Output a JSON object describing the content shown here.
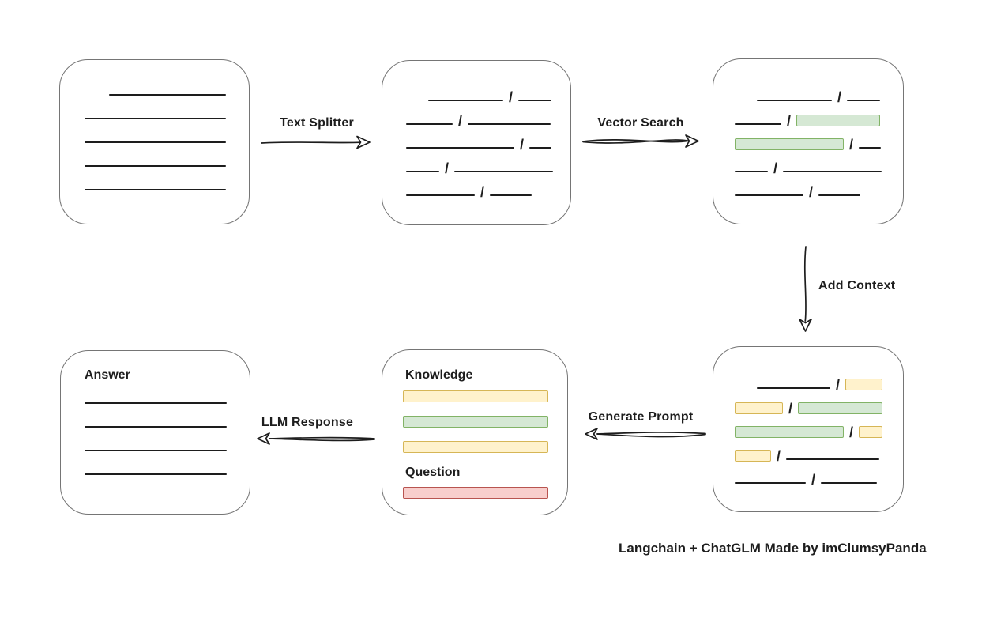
{
  "labels": {
    "text_splitter": "Text Splitter",
    "vector_search": "Vector Search",
    "add_context": "Add Context",
    "generate_prompt": "Generate Prompt",
    "llm_response": "LLM Response",
    "knowledge": "Knowledge",
    "question": "Question",
    "answer": "Answer"
  },
  "caption": "Langchain + ChatGLM Made by imClumsyPanda",
  "colors": {
    "ink": "#1d1d1d",
    "box_border": "#757575",
    "green_fill": "#d5e8d4",
    "green_border": "#82b366",
    "yellow_fill": "#fff2cc",
    "yellow_border": "#d6b656",
    "red_fill": "#f8cecc",
    "red_border": "#b85450"
  },
  "boxes": {
    "document": {
      "rows": [
        {
          "indent": 31,
          "segments": [
            {
              "k": "line",
              "w": 148
            }
          ]
        },
        {
          "segments": [
            {
              "k": "line",
              "w": 179
            }
          ]
        },
        {
          "segments": [
            {
              "k": "line",
              "w": 179
            }
          ]
        },
        {
          "segments": [
            {
              "k": "line",
              "w": 179
            }
          ]
        },
        {
          "segments": [
            {
              "k": "line",
              "w": 179
            }
          ]
        }
      ]
    },
    "chunks": {
      "rows": [
        {
          "indent": 28,
          "segments": [
            {
              "k": "line",
              "w": 95
            },
            {
              "k": "slash"
            },
            {
              "k": "line",
              "w": 42
            }
          ]
        },
        {
          "segments": [
            {
              "k": "line",
              "w": 59
            },
            {
              "k": "slash"
            },
            {
              "k": "line",
              "w": 105
            }
          ]
        },
        {
          "segments": [
            {
              "k": "line",
              "w": 137
            },
            {
              "k": "slash"
            },
            {
              "k": "line",
              "w": 28
            }
          ]
        },
        {
          "segments": [
            {
              "k": "line",
              "w": 42
            },
            {
              "k": "slash"
            },
            {
              "k": "line",
              "w": 125
            }
          ]
        },
        {
          "segments": [
            {
              "k": "line",
              "w": 87
            },
            {
              "k": "slash"
            },
            {
              "k": "line",
              "w": 53
            }
          ]
        }
      ]
    },
    "retrieved": {
      "rows": [
        {
          "indent": 28,
          "segments": [
            {
              "k": "line",
              "w": 95
            },
            {
              "k": "slash"
            },
            {
              "k": "line",
              "w": 42
            }
          ]
        },
        {
          "segments": [
            {
              "k": "line",
              "w": 59
            },
            {
              "k": "slash"
            },
            {
              "k": "green",
              "w": 106
            }
          ]
        },
        {
          "segments": [
            {
              "k": "green",
              "w": 138
            },
            {
              "k": "slash"
            },
            {
              "k": "line",
              "w": 28
            }
          ]
        },
        {
          "segments": [
            {
              "k": "line",
              "w": 42
            },
            {
              "k": "slash"
            },
            {
              "k": "line",
              "w": 125
            }
          ]
        },
        {
          "segments": [
            {
              "k": "line",
              "w": 87
            },
            {
              "k": "slash"
            },
            {
              "k": "line",
              "w": 53
            }
          ]
        }
      ]
    },
    "context": {
      "rows": [
        {
          "indent": 28,
          "segments": [
            {
              "k": "line",
              "w": 93
            },
            {
              "k": "slash"
            },
            {
              "k": "yellow",
              "w": 47
            }
          ]
        },
        {
          "segments": [
            {
              "k": "yellow",
              "w": 61
            },
            {
              "k": "slash"
            },
            {
              "k": "green",
              "w": 107
            }
          ]
        },
        {
          "segments": [
            {
              "k": "green",
              "w": 138
            },
            {
              "k": "slash"
            },
            {
              "k": "yellow",
              "w": 30
            }
          ]
        },
        {
          "segments": [
            {
              "k": "yellow",
              "w": 46
            },
            {
              "k": "slash"
            },
            {
              "k": "line",
              "w": 118
            }
          ]
        },
        {
          "segments": [
            {
              "k": "line",
              "w": 90
            },
            {
              "k": "slash"
            },
            {
              "k": "line",
              "w": 71
            }
          ]
        }
      ]
    },
    "prompt": {
      "knowledge_rows": [
        {
          "segments": [
            {
              "k": "yellow",
              "w": 184
            }
          ]
        },
        {
          "segments": [
            {
              "k": "green",
              "w": 184
            }
          ]
        },
        {
          "segments": [
            {
              "k": "yellow",
              "w": 184
            }
          ]
        }
      ],
      "question_rows": [
        {
          "segments": [
            {
              "k": "red",
              "w": 184
            }
          ]
        }
      ]
    },
    "answer": {
      "rows": [
        {
          "segments": [
            {
              "k": "line",
              "w": 180
            }
          ]
        },
        {
          "segments": [
            {
              "k": "line",
              "w": 180
            }
          ]
        },
        {
          "segments": [
            {
              "k": "line",
              "w": 180
            }
          ]
        },
        {
          "segments": [
            {
              "k": "line",
              "w": 180
            }
          ]
        }
      ]
    }
  }
}
